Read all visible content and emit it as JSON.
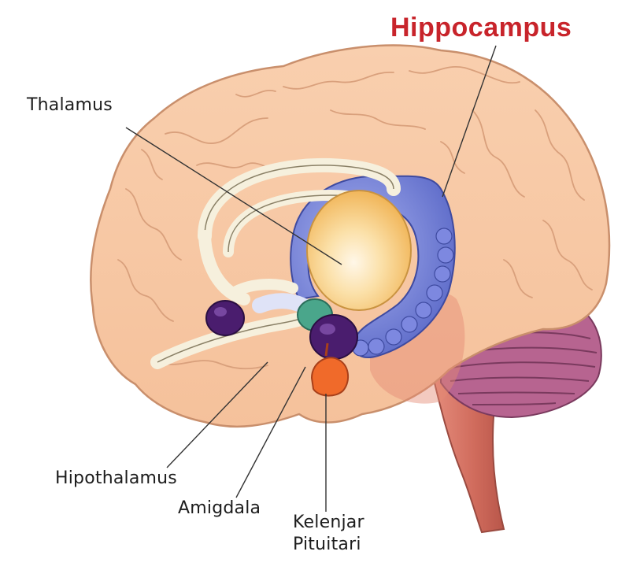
{
  "colors": {
    "highlight_label": "#c8242b",
    "label": "#1d1d1d",
    "cortex": "#f8c9a6",
    "cortex_outline": "#c98f6c",
    "hippocampus": "#6d79d6",
    "thalamus": "#f6c56e",
    "fornix": "#f6f0dd",
    "amygdala": "#4a1d6e",
    "hypothalamus_green": "#3f9a82",
    "pituitary": "#f06a2a",
    "cerebellum": "#b25a86",
    "brainstem": "#d8776a"
  },
  "labels": {
    "hippocampus": "Hippocampus",
    "thalamus": "Thalamus",
    "hipothalamus": "Hipothalamus",
    "amigdala": "Amigdala",
    "kelenjar_line1": "Kelenjar",
    "kelenjar_line2": "Pituitari"
  },
  "icons": [
    "brain-illustration"
  ]
}
